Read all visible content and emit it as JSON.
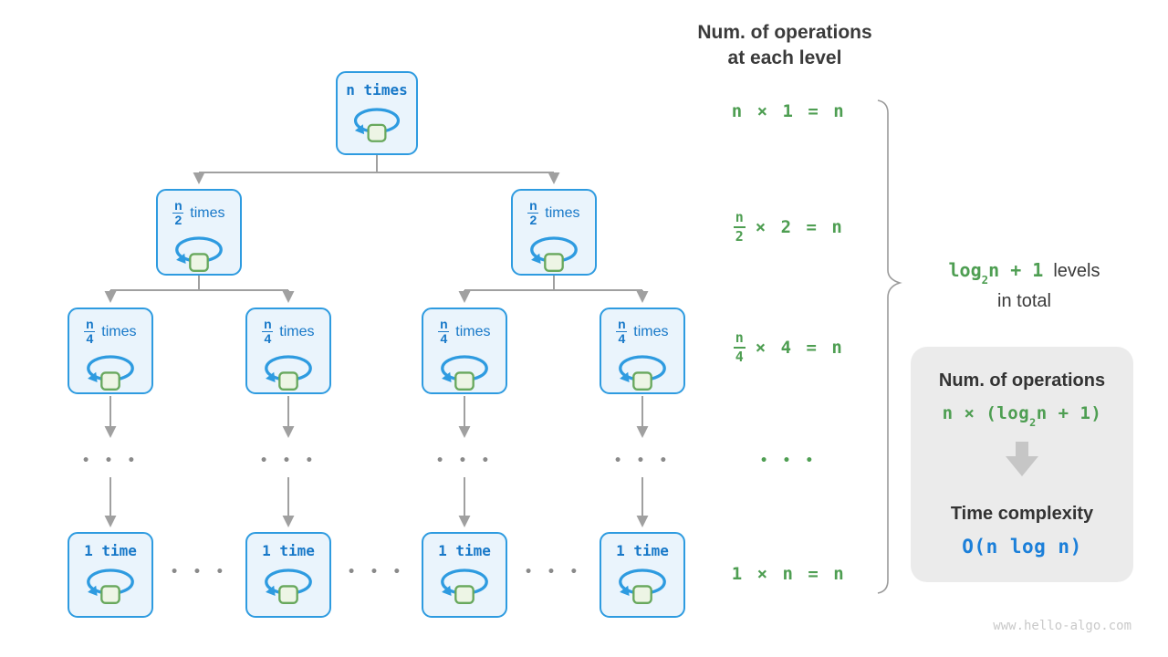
{
  "header": {
    "line1": "Num. of operations",
    "line2": "at each level"
  },
  "tree": {
    "root_label": "n times",
    "l2": {
      "num": "n",
      "den": "2",
      "suffix": "times"
    },
    "l3": {
      "num": "n",
      "den": "4",
      "suffix": "times"
    },
    "leaf_label": "1 time",
    "dots": "• • •"
  },
  "formulas": {
    "level1": "n × 1 = n",
    "level2": {
      "num": "n",
      "den": "2",
      "rest": "× 2 = n"
    },
    "level3": {
      "num": "n",
      "den": "4",
      "rest": "× 4 = n"
    },
    "dots": "• • •",
    "level4": "1 × n = n"
  },
  "brace_label": {
    "green_pre": "log",
    "green_sub": "2",
    "green_post": "n + 1",
    "rest": "levels",
    "line2": "in total"
  },
  "summary_box": {
    "title": "Num. of operations",
    "formula_pre": "n × (log",
    "formula_sub": "2",
    "formula_post": "n + 1)",
    "subtitle": "Time complexity",
    "complexity": "O(n log n)"
  },
  "watermark": "www.hello-algo.com",
  "colors": {
    "node_border": "#2E9BE0",
    "node_bg": "#EAF4FC",
    "node_text": "#1778C8",
    "loop_square_fill": "#EDF5E5",
    "loop_square_border": "#68A85D",
    "green": "#4E9E52",
    "blue_formula": "#1B7FD9",
    "connector": "#A0A0A0",
    "box_bg": "#EBEBEB",
    "dark_text": "#3A3A3A"
  }
}
